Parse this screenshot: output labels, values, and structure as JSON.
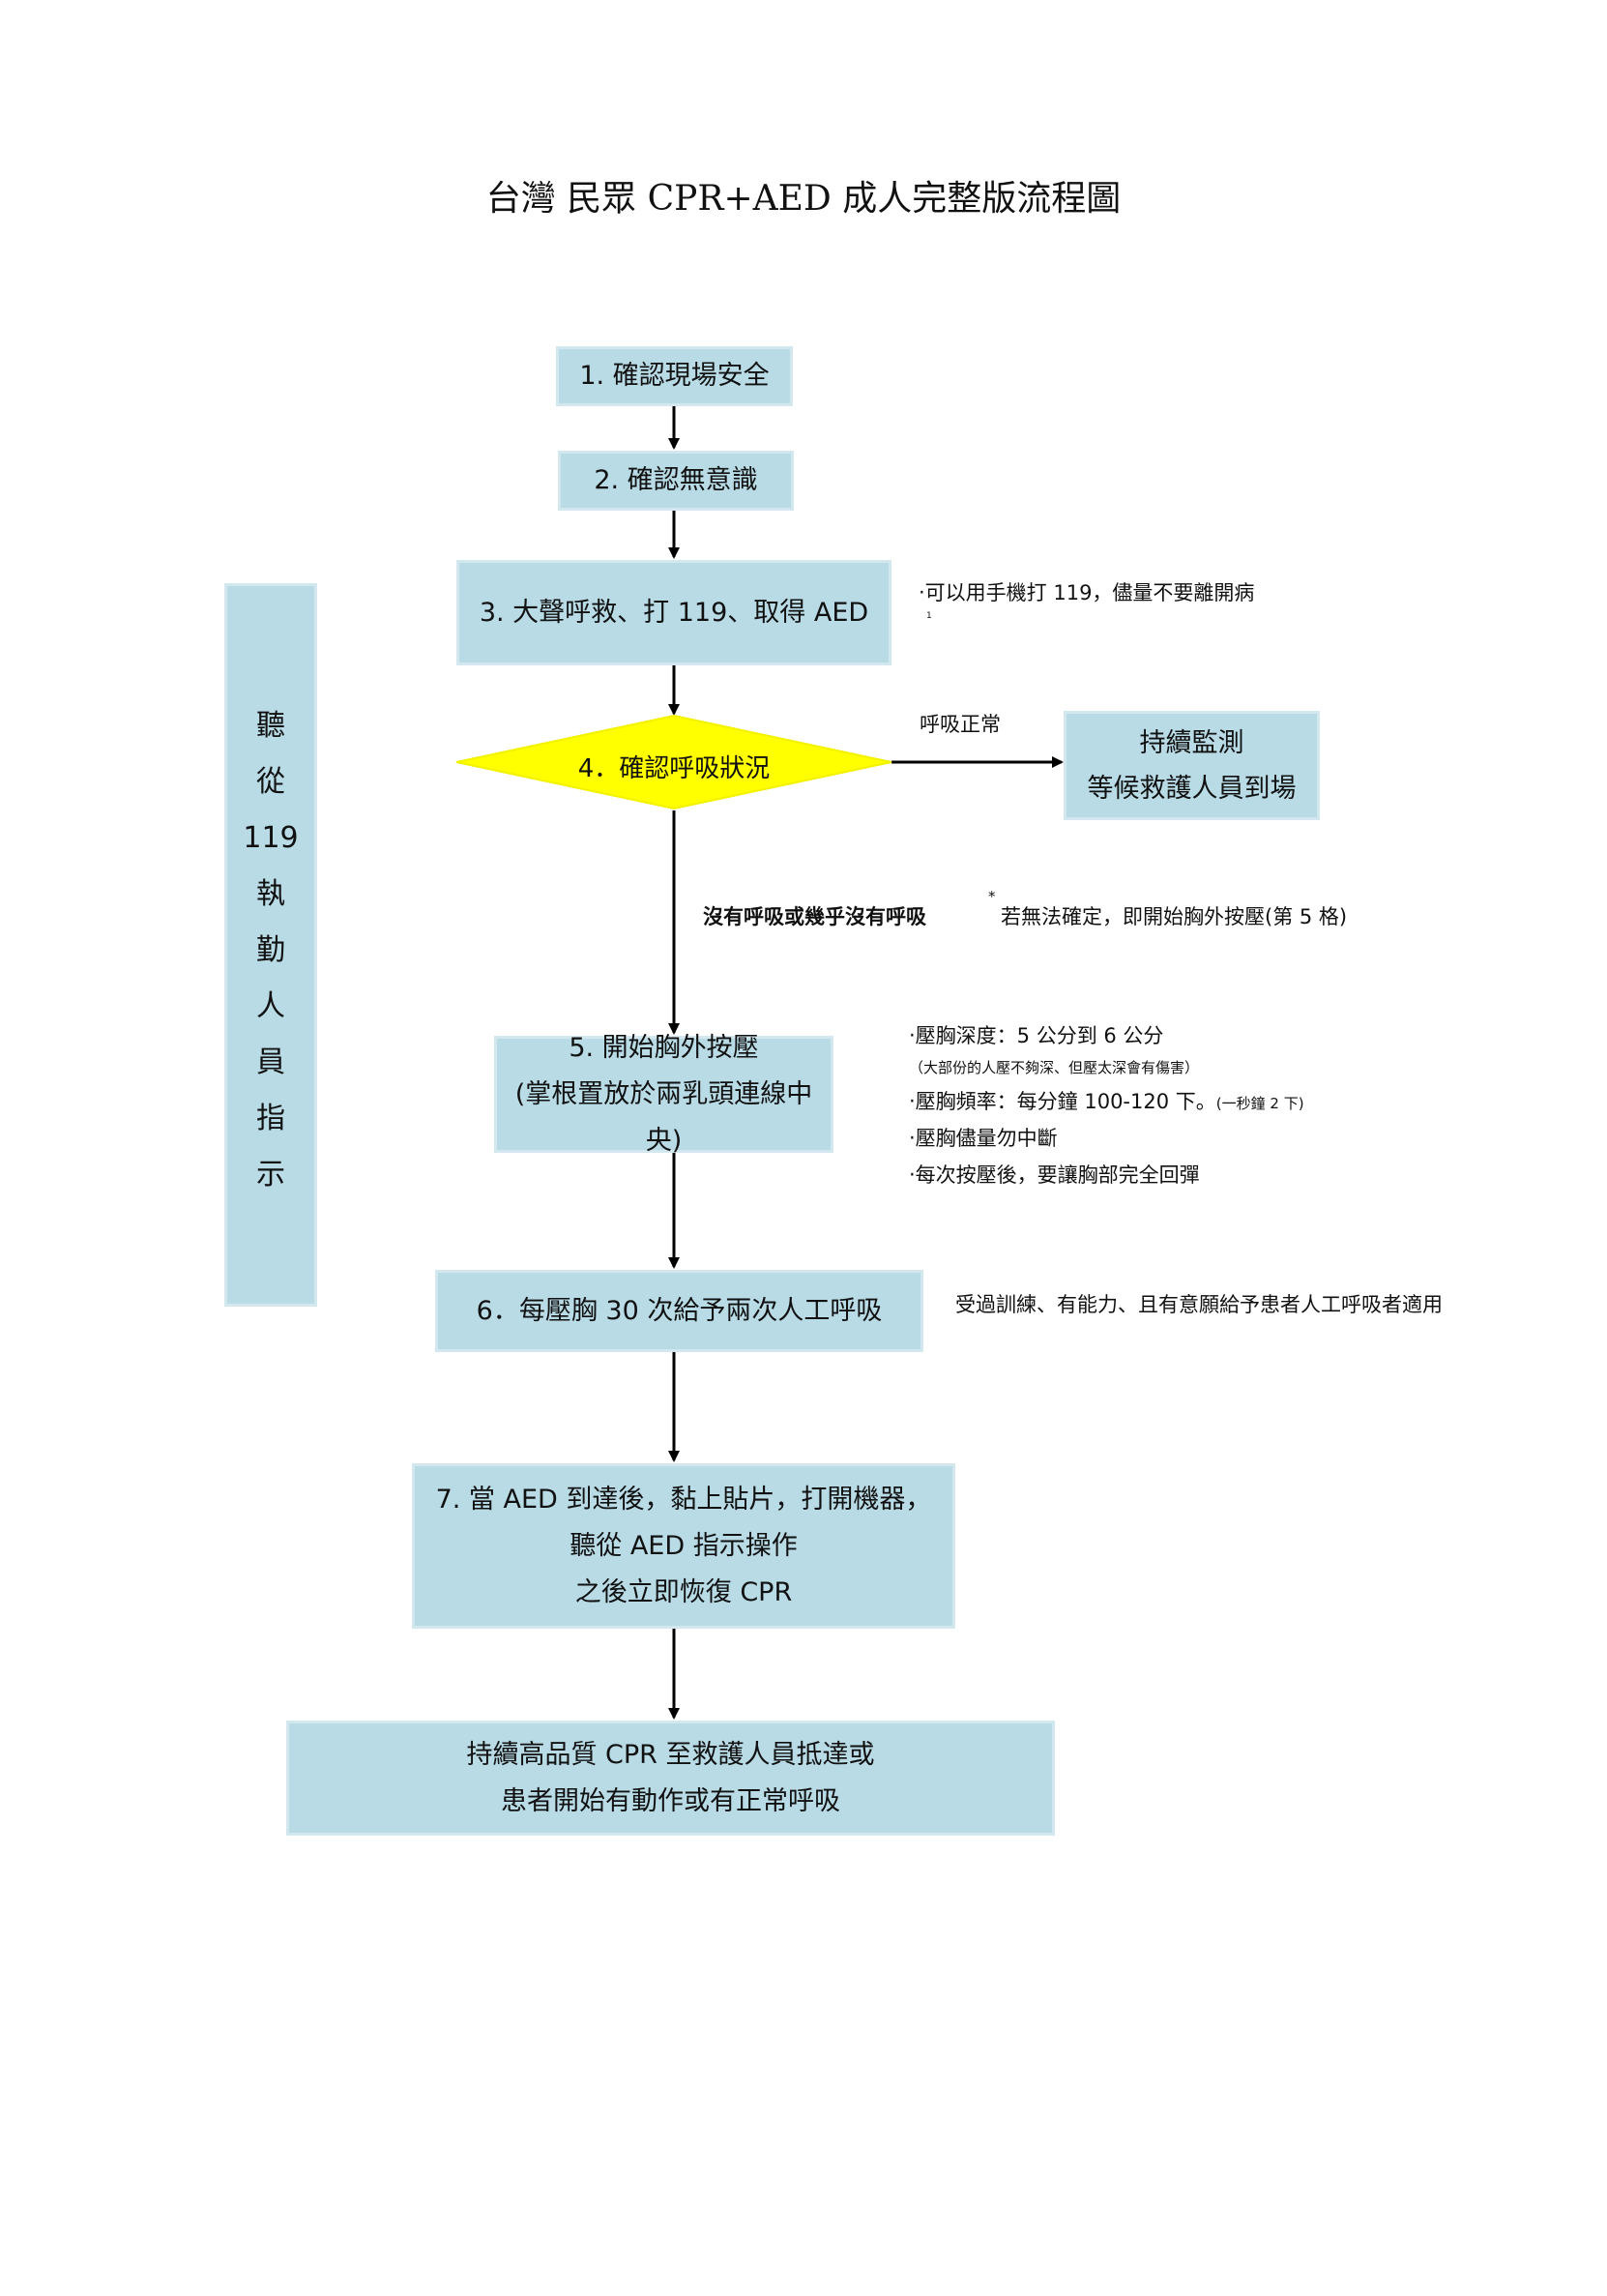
{
  "title": "台灣 民眾 CPR+AED 成人完整版流程圖",
  "steps": {
    "s1": "1. 確認現場安全",
    "s2": "2. 確認無意識",
    "s3": "3. 大聲呼救、打 119、取得 AED",
    "s4": "4．確認呼吸狀況",
    "s4_normal": "持續監測\n等候救護人員到場",
    "s5": "5. 開始胸外按壓\n(掌根置放於兩乳頭連線中央)",
    "s6": "6．每壓胸 30 次給予兩次人工呼吸",
    "s7": "7. 當 AED 到達後，黏上貼片，打開機器，\n聽從 AED 指示操作\n之後立即恢復 CPR",
    "s8": "持續高品質 CPR 至救護人員抵達或\n患者開始有動作或有正常呼吸"
  },
  "side_label": "聽\n從\n119\n執\n勤\n人\n員\n指\n示",
  "labels": {
    "breathing_normal": "呼吸正常",
    "no_breathing": "沒有呼吸或幾乎沒有呼吸",
    "uncertain_mark": "*",
    "uncertain": "若無法確定，即開始胸外按壓(第 5 格)"
  },
  "notes": {
    "phone": "‧可以用手機打 119，儘量不要離開病",
    "phone_mark": "1",
    "compression_depth": "‧壓胸深度：5 公分到 6 公分",
    "compression_depth_sub": "（大部份的人壓不夠深、但壓太深會有傷害）",
    "compression_rate": "‧壓胸頻率：每分鐘 100-120 下。",
    "compression_rate_sub": "(一秒鐘 2 下)",
    "no_interrupt": "‧壓胸儘量勿中斷",
    "recoil": "‧每次按壓後，要讓胸部完全回彈",
    "rescue_breath": "受過訓練、有能力、且有意願給予患者人工呼吸者適用"
  }
}
